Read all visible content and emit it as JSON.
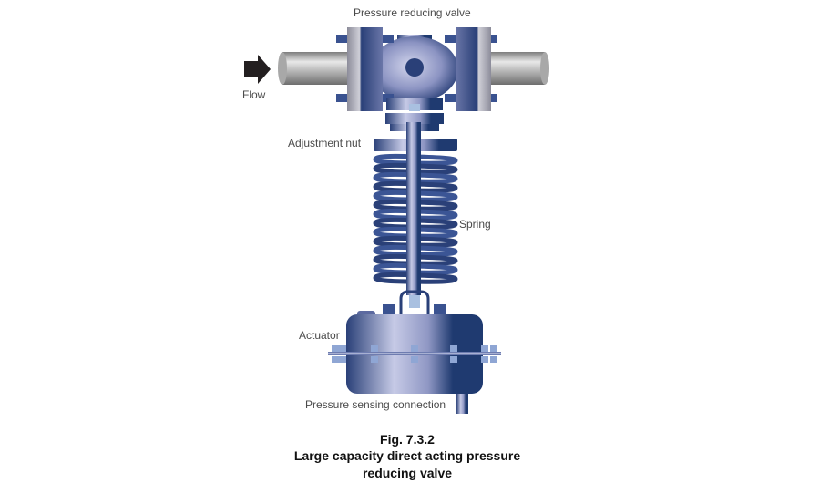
{
  "labels": {
    "title": "Pressure reducing valve",
    "flow": "Flow",
    "adjustment_nut": "Adjustment nut",
    "spring": "Spring",
    "actuator": "Actuator",
    "sensing": "Pressure sensing connection"
  },
  "caption": {
    "fig": "Fig. 7.3.2",
    "line1": "Large capacity direct acting pressure",
    "line2": "reducing valve"
  },
  "colors": {
    "dark_blue": "#1f3a70",
    "light_blue": "#c4c8e6",
    "pipe": "#9a9a9a",
    "arrow": "#231f20"
  }
}
